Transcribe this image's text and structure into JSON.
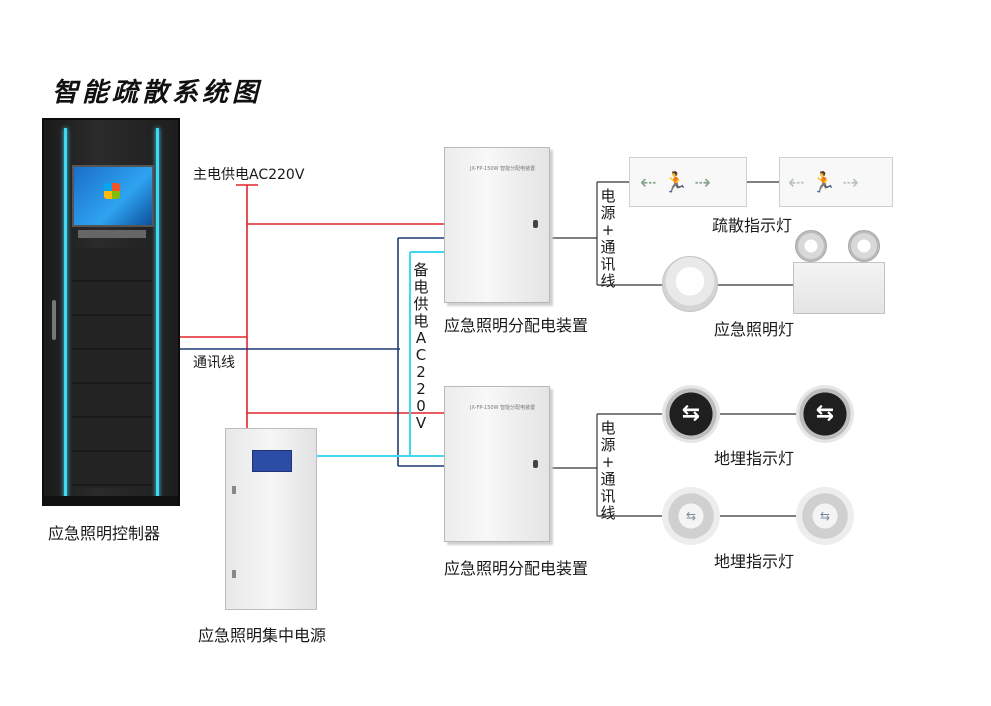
{
  "title": "智能疏散系统图",
  "labels": {
    "controller": "应急照明控制器",
    "central_power": "应急照明集中电源",
    "dist_box_top": "应急照明分配电装置",
    "dist_box_bottom": "应急照明分配电装置",
    "main_power": "主电供电AC220V",
    "comm_line": "通讯线",
    "backup_power_chars": [
      "备",
      "电",
      "供",
      "电",
      "A",
      "C",
      "2",
      "2",
      "0",
      "V"
    ],
    "power_comm_top_chars": [
      "电",
      "源",
      "+",
      "通",
      "讯",
      "线"
    ],
    "power_comm_bottom_chars": [
      "电",
      "源",
      "+",
      "通",
      "讯",
      "线"
    ],
    "evac_sign": "疏散指示灯",
    "emergency_light": "应急照明灯",
    "floor_sign_1": "地埋指示灯",
    "floor_sign_2": "地埋指示灯"
  },
  "device_text": {
    "dist_box_plate": "JX-FP-150W 智能分配电装置"
  },
  "colors": {
    "main_power_wire": "#e0252b",
    "comm_wire": "#1f3b73",
    "backup_wire": "#3fd7f2",
    "device_wire": "#333333",
    "cabinet_glow": "#3fd7f2"
  },
  "icons": {
    "exit_sign": "running-man-exit-icon",
    "floor_arrow": "bidirectional-arrow-icon"
  }
}
